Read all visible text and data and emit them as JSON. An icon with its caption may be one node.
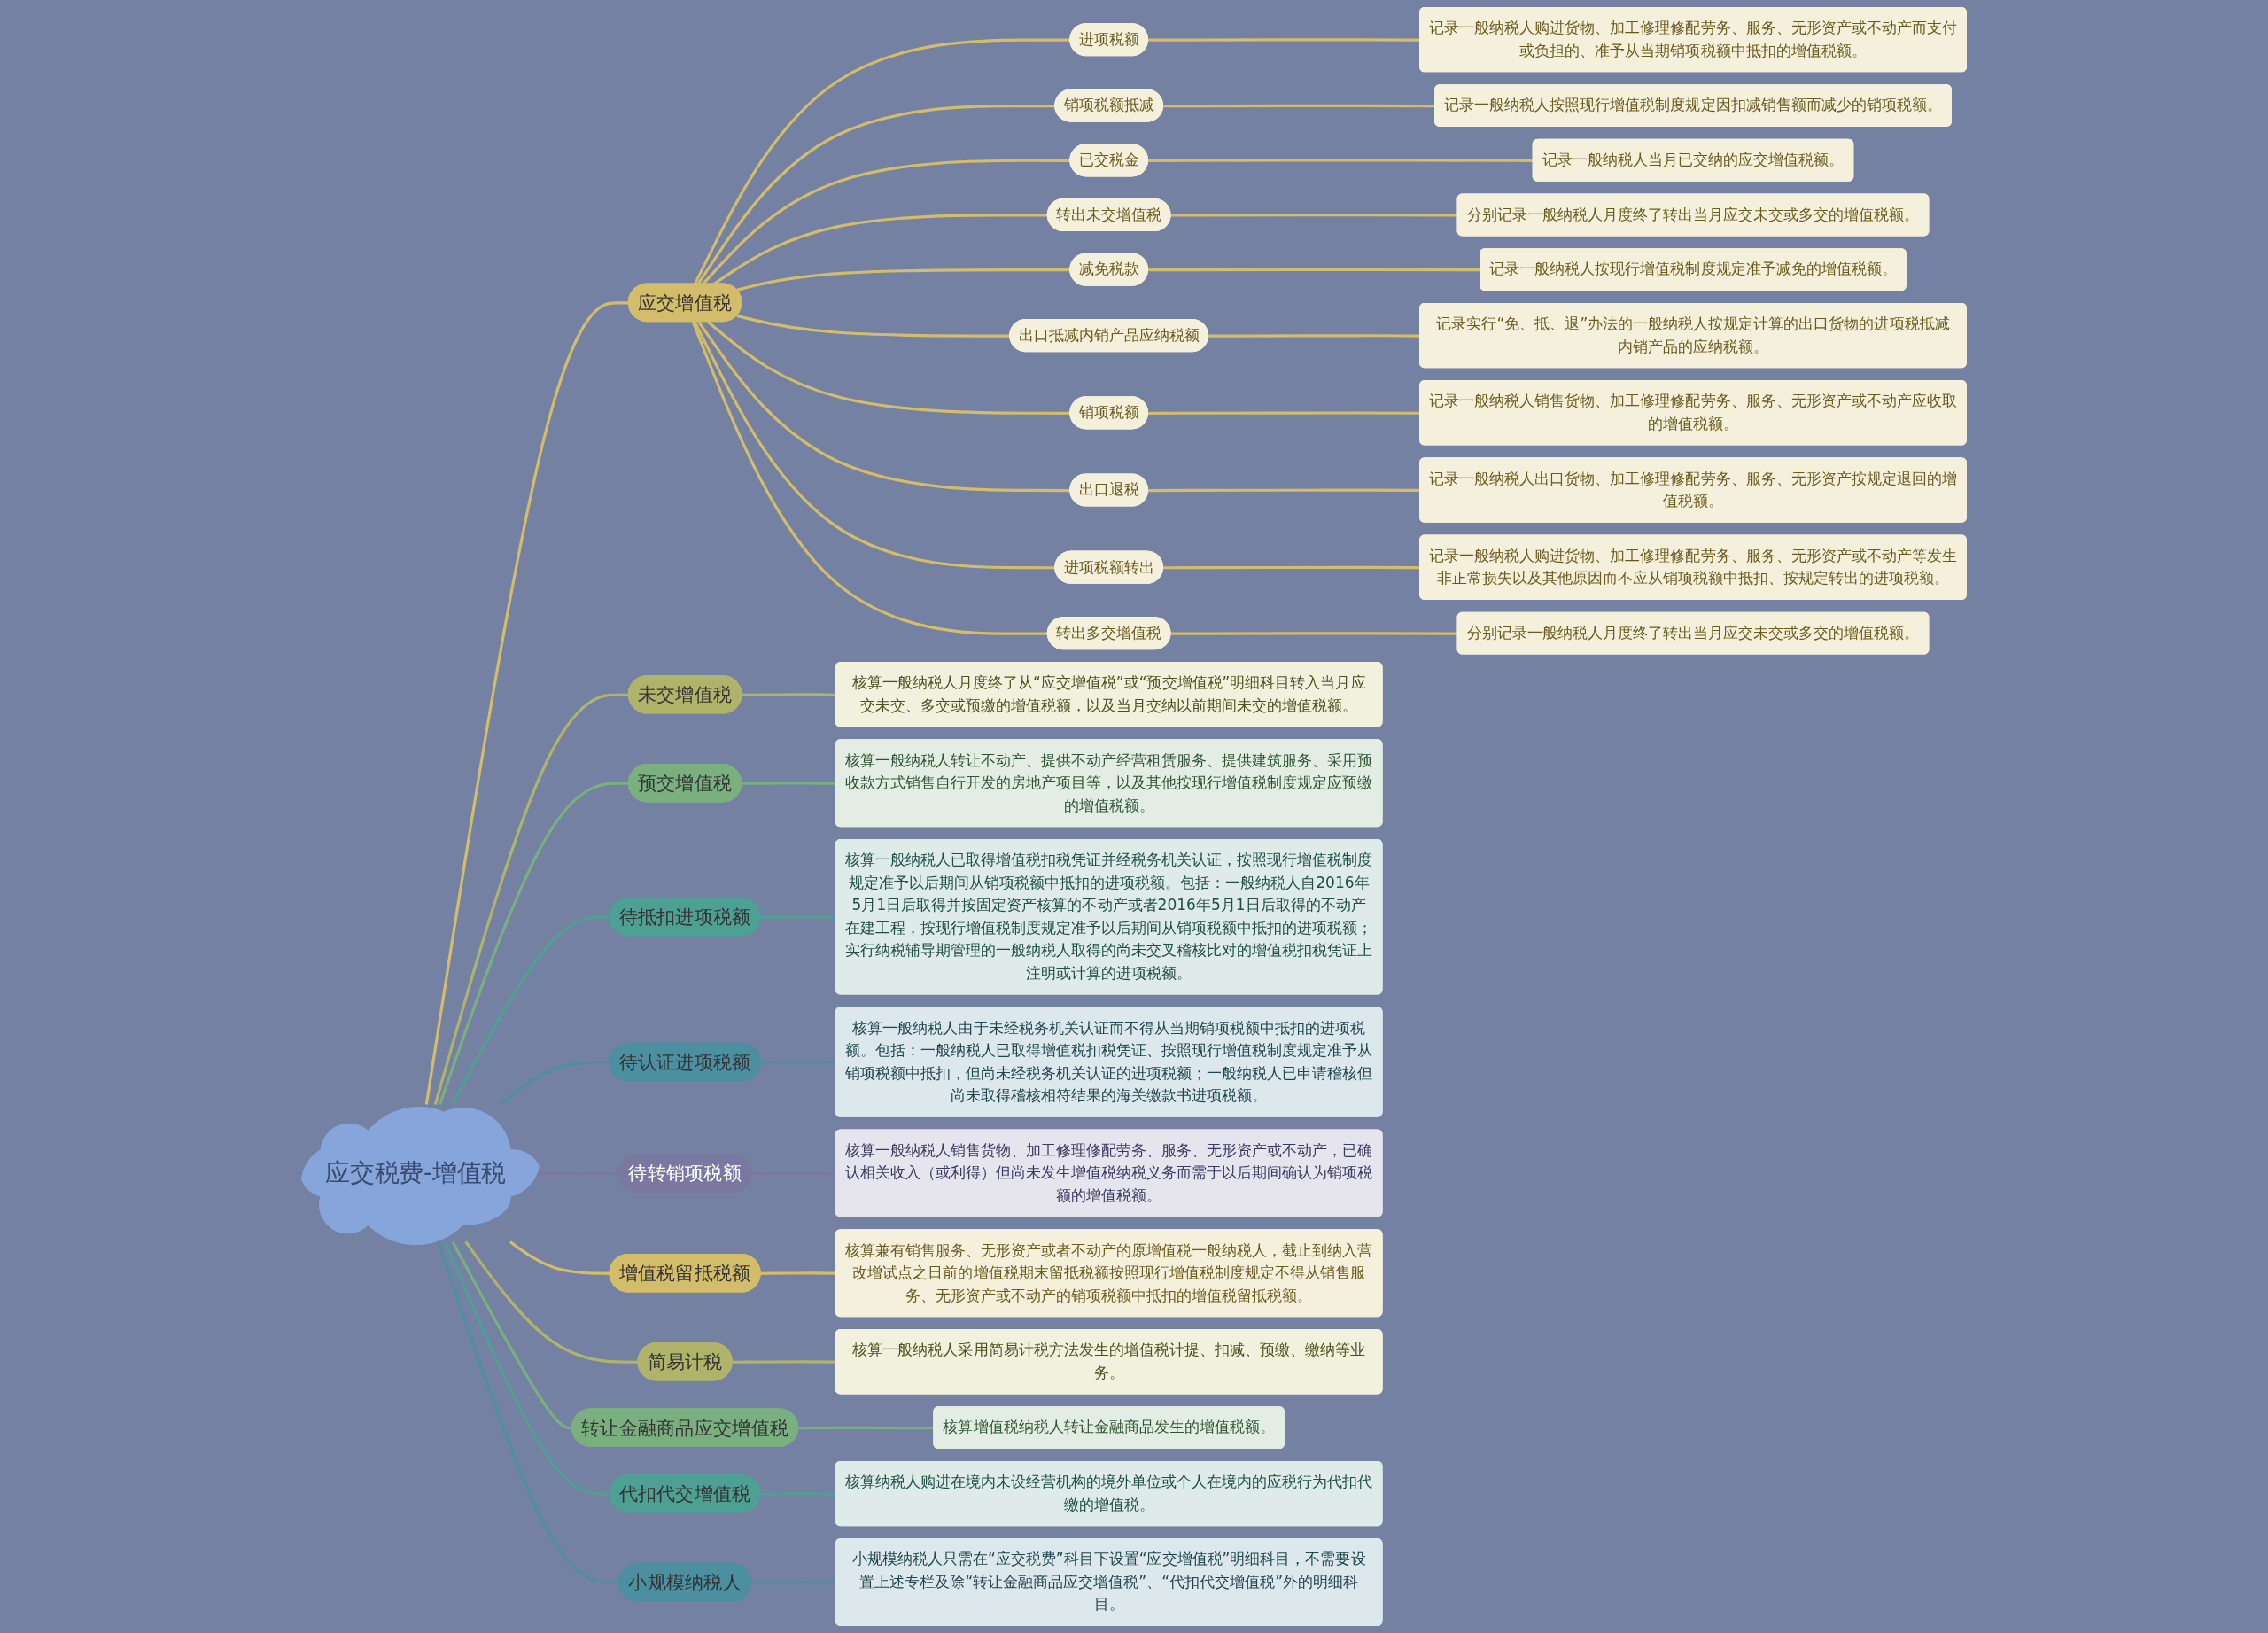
{
  "diagram": {
    "nodes": [
      {
        "text": [
          "应交税费-增值税"
        ]
      },
      {
        "text": [
          "应交增值税"
        ]
      },
      {
        "text": [
          "进项税额"
        ]
      },
      {
        "text": [
          "记录一般纳税人购进货物、加工修理修配劳务、服务、无形资产或不动产而支付或负担的、准予从当期销项税额中抵扣的增值税额。"
        ]
      },
      {
        "text": [
          "销项税额抵减"
        ]
      },
      {
        "text": [
          "记录一般纳税人按照现行增值税制度规定因扣减销售额而减少的销项税额。"
        ]
      },
      {
        "text": [
          "已交税金"
        ]
      },
      {
        "text": [
          "记录一般纳税人当月已交纳的应交增值税额。"
        ]
      },
      {
        "text": [
          "转出未交增值税"
        ]
      },
      {
        "text": [
          "分别记录一般纳税人月度终了转出当月应交未交或多交的增值税额。"
        ]
      },
      {
        "text": [
          "减免税款"
        ]
      },
      {
        "text": [
          "记录一般纳税人按现行增值税制度规定准予减免的增值税额。"
        ]
      },
      {
        "text": [
          "出口抵减内销产品应纳税额"
        ]
      },
      {
        "text": [
          "记录实行“免、抵、退”办法的一般纳税人按规定计算的出口货物的进项税抵减内销产品的应纳税额。"
        ]
      },
      {
        "text": [
          "销项税额"
        ]
      },
      {
        "text": [
          "记录一般纳税人销售货物、加工修理修配劳务、服务、无形资产或不动产应收取的增值税额。"
        ]
      },
      {
        "text": [
          "出口退税"
        ]
      },
      {
        "text": [
          "记录一般纳税人出口货物、加工修理修配劳务、服务、无形资产按规定退回的增值税额。"
        ]
      },
      {
        "text": [
          "进项税额转出"
        ]
      },
      {
        "text": [
          "记录一般纳税人购进货物、加工修理修配劳务、服务、无形资产或不动产等发生非正常损失以及其他原因而不应从销项税额中抵扣、按规定转出的进项税额。"
        ]
      },
      {
        "text": [
          "转出多交增值税"
        ]
      },
      {
        "text": [
          "分别记录一般纳税人月度终了转出当月应交未交或多交的增值税额。"
        ]
      },
      {
        "text": [
          "未交增值税"
        ]
      },
      {
        "text": [
          "核算一般纳税人月度终了从“应交增值税”或“预交增值税”明细科目转入当月应交未交、多交或预缴的增值税额，以及当月交纳以前期间未交的增值税额。"
        ]
      },
      {
        "text": [
          "预交增值税"
        ]
      },
      {
        "text": [
          "核算一般纳税人转让不动产、提供不动产经营租赁服务、提供建筑服务、采用预收款方式销售自行开发的房地产项目等，以及其他按现行增值税制度规定应预缴的增值税额。"
        ]
      },
      {
        "text": [
          "待抵扣进项税额"
        ]
      },
      {
        "text": [
          "核算一般纳税人已取得增值税扣税凭证并经税务机关认证，按照现行增值税制度规定准予以后期间从销项税额中抵扣的进项税额。包括：一般纳税人自2016年5月1日后取得并按固定资产核算的不动产或者2016年5月1日后取得的不动产在建工程，按现行增值税制度规定准予以后期间从销项税额中抵扣的进项税额；实行纳税辅导期管理的一般纳税人取得的尚未交叉稽核比对的增值税扣税凭证上注明或计算的进项税额。"
        ]
      },
      {
        "text": [
          "待认证进项税额"
        ]
      },
      {
        "text": [
          "核算一般纳税人由于未经税务机关认证而不得从当期销项税额中抵扣的进项税额。包括：一般纳税人已取得增值税扣税凭证、按照现行增值税制度规定准予从销项税额中抵扣，但尚未经税务机关认证的进项税额；一般纳税人已申请稽核但尚未取得稽核相符结果的海关缴款书进项税额。"
        ]
      },
      {
        "text": [
          "待转销项税额"
        ]
      },
      {
        "text": [
          "核算一般纳税人销售货物、加工修理修配劳务、服务、无形资产或不动产，已确认相关收入（或利得）但尚未发生增值税纳税义务而需于以后期间确认为销项税额的增值税额。"
        ]
      },
      {
        "text": [
          "增值税留抵税额"
        ]
      },
      {
        "text": [
          "核算兼有销售服务、无形资产或者不动产的原增值税一般纳税人，截止到纳入营改增试点之日前的增值税期末留抵税额按照现行增值税制度规定不得从销售服务、无形资产或不动产的销项税额中抵扣的增值税留抵税额。"
        ]
      },
      {
        "text": [
          "简易计税"
        ]
      },
      {
        "text": [
          "核算一般纳税人采用简易计税方法发生的增值税计提、扣减、预缴、缴纳等业务。"
        ]
      },
      {
        "text": [
          "转让金融商品应交增值税"
        ]
      },
      {
        "text": [
          "核算增值税纳税人转让金融商品发生的增值税额。"
        ]
      },
      {
        "text": [
          "代扣代交增值税"
        ]
      },
      {
        "text": [
          "核算纳税人购进在境内未设经营机构的境外单位或个人在境内的应税行为代扣代缴的增值税。"
        ]
      },
      {
        "text": [
          "小规模纳税人"
        ]
      },
      {
        "text": [
          "小规模纳税人只需在“应交税费”科目下设置“应交增值税”明细科目，不需要设置上述专栏及除“转让金融商品应交增值税”、“代扣代交增值税”外的明细科目。"
        ]
      }
    ],
    "edges": [
      {
        "from": 0,
        "to": 1,
        "arrow": "none"
      },
      {
        "from": 1,
        "to": 2,
        "arrow": "none"
      },
      {
        "from": 2,
        "to": 3,
        "arrow": "none"
      },
      {
        "from": 1,
        "to": 4,
        "arrow": "none"
      },
      {
        "from": 4,
        "to": 5,
        "arrow": "none"
      },
      {
        "from": 1,
        "to": 6,
        "arrow": "none"
      },
      {
        "from": 6,
        "to": 7,
        "arrow": "none"
      },
      {
        "from": 1,
        "to": 8,
        "arrow": "none"
      },
      {
        "from": 8,
        "to": 9,
        "arrow": "none"
      },
      {
        "from": 1,
        "to": 10,
        "arrow": "none"
      },
      {
        "from": 10,
        "to": 11,
        "arrow": "none"
      },
      {
        "from": 1,
        "to": 12,
        "arrow": "none"
      },
      {
        "from": 12,
        "to": 13,
        "arrow": "none"
      },
      {
        "from": 1,
        "to": 14,
        "arrow": "none"
      },
      {
        "from": 14,
        "to": 15,
        "arrow": "none"
      },
      {
        "from": 1,
        "to": 16,
        "arrow": "none"
      },
      {
        "from": 16,
        "to": 17,
        "arrow": "none"
      },
      {
        "from": 1,
        "to": 18,
        "arrow": "none"
      },
      {
        "from": 18,
        "to": 19,
        "arrow": "none"
      },
      {
        "from": 1,
        "to": 20,
        "arrow": "none"
      },
      {
        "from": 20,
        "to": 21,
        "arrow": "none"
      },
      {
        "from": 0,
        "to": 22,
        "arrow": "none",
        "color": "#b0b46a"
      },
      {
        "from": 22,
        "to": 23,
        "arrow": "none",
        "color": "#b0b46a"
      },
      {
        "from": 0,
        "to": 24,
        "arrow": "none",
        "color": "#7aaf80"
      },
      {
        "from": 24,
        "to": 25,
        "arrow": "none",
        "color": "#7aaf80"
      },
      {
        "from": 0,
        "to": 26,
        "arrow": "none",
        "color": "#4e9f94"
      },
      {
        "from": 26,
        "to": 27,
        "arrow": "none",
        "color": "#4e9f94"
      },
      {
        "from": 0,
        "to": 28,
        "arrow": "none",
        "color": "#4b8fa0"
      },
      {
        "from": 28,
        "to": 29,
        "arrow": "none",
        "color": "#4b8fa0"
      },
      {
        "from": 0,
        "to": 30,
        "arrow": "none",
        "color": "#7a78a0"
      },
      {
        "from": 30,
        "to": 31,
        "arrow": "none",
        "color": "#7a78a0"
      },
      {
        "from": 0,
        "to": 32,
        "arrow": "none"
      },
      {
        "from": 32,
        "to": 33,
        "arrow": "none"
      },
      {
        "from": 0,
        "to": 34,
        "arrow": "none",
        "color": "#b0b46a"
      },
      {
        "from": 34,
        "to": 35,
        "arrow": "none",
        "color": "#b0b46a"
      },
      {
        "from": 0,
        "to": 36,
        "arrow": "none",
        "color": "#7aaf80"
      },
      {
        "from": 36,
        "to": 37,
        "arrow": "none",
        "color": "#7aaf80"
      },
      {
        "from": 0,
        "to": 38,
        "arrow": "none",
        "color": "#4e9f94"
      },
      {
        "from": 38,
        "to": 39,
        "arrow": "none",
        "color": "#4e9f94"
      },
      {
        "from": 0,
        "to": 40,
        "arrow": "none",
        "color": "#4b8fa0"
      },
      {
        "from": 40,
        "to": 41,
        "arrow": "none",
        "color": "#4b8fa0"
      }
    ]
  }
}
